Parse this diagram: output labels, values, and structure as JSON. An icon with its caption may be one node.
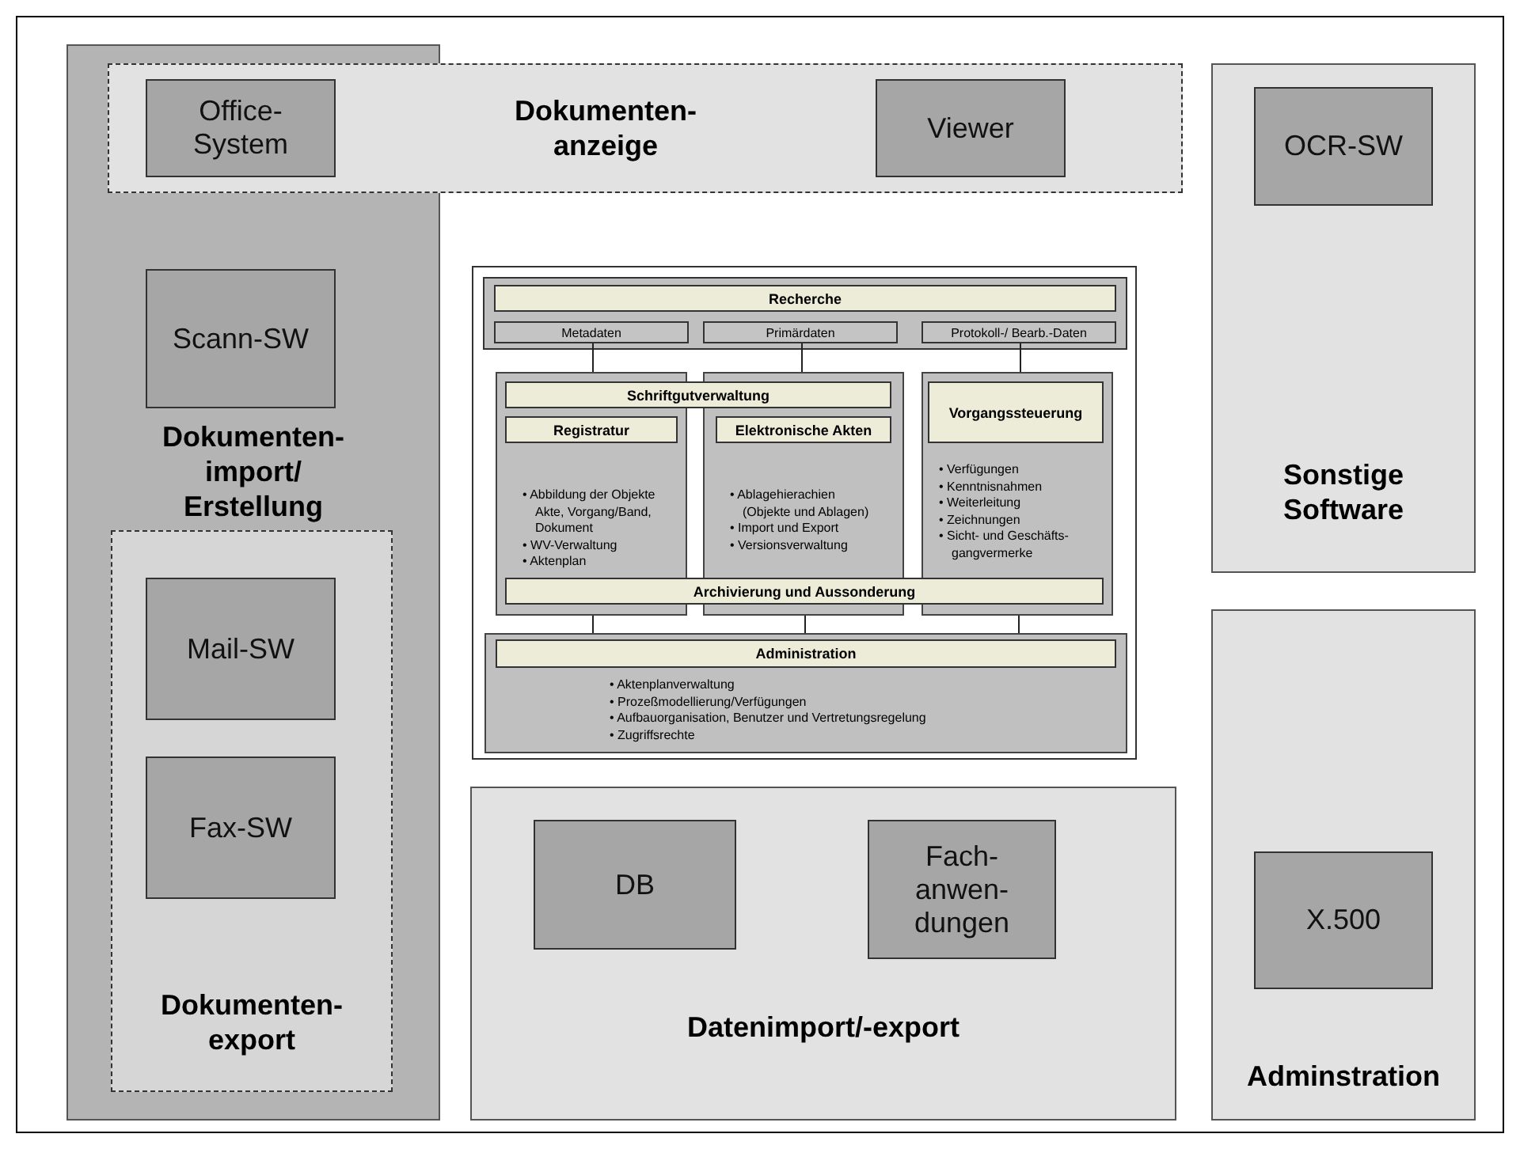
{
  "diagram": {
    "nodes": [
      {
        "text": [
          "Dokumenten- import/ Erstellung"
        ]
      },
      {
        "text": [
          "Dokumenten- anzeige"
        ]
      },
      {
        "text": [
          "Office- System"
        ]
      },
      {
        "text": [
          "Viewer"
        ],
        "in": 1
      },
      {
        "text": [
          "Scann-SW"
        ],
        "in": 0
      },
      {
        "text": [
          "Dokumenten- export"
        ],
        "in": 0
      },
      {
        "text": [
          "Mail-SW"
        ],
        "in": 5
      },
      {
        "text": [
          "Fax-SW"
        ],
        "in": 5
      },
      {
        "text": [
          "Sonstige Software"
        ]
      },
      {
        "text": [
          "OCR-SW"
        ],
        "in": 8
      },
      {
        "text": [],
        "shape": "box"
      },
      {
        "text": [],
        "shape": "box",
        "in": 10
      },
      {
        "text": [
          "Recherche"
        ],
        "in": 11
      },
      {
        "text": [
          "Metadaten"
        ],
        "in": 11
      },
      {
        "text": [
          "Primärdaten"
        ],
        "in": 11
      },
      {
        "text": [
          "Protokoll-/ Bearb.-Daten"
        ],
        "in": 11
      },
      {
        "text": [
          "• Abbildung der Objekte Akte, Vorgang/Band, Dokument",
          "• WV-Verwaltung",
          "• Aktenplan"
        ],
        "in": 10
      },
      {
        "text": [
          "• Ablagehierachien (Objekte und Ablagen)",
          "• Import und Export",
          "• Versionsverwaltung"
        ],
        "in": 10
      },
      {
        "text": [
          "• Verfügungen",
          "• Kenntnisnahmen",
          "• Weiterleitung",
          "• Zeichnungen",
          "• Sicht- und Geschäfts- gangvermerke"
        ],
        "in": 10
      },
      {
        "text": [
          "Schriftgutverwaltung"
        ],
        "in": 10
      },
      {
        "text": [
          "Registratur"
        ],
        "in": 16
      },
      {
        "text": [
          "Elektronische Akten"
        ],
        "in": 17
      },
      {
        "text": [
          "Vorgangssteuerung"
        ],
        "in": 18
      },
      {
        "text": [
          "Archivierung und Aussonderung"
        ],
        "in": 10
      },
      {
        "text": [
          "• Aktenplanverwaltung",
          "• Prozeßmodellierung/Verfügungen",
          "• Aufbauorganisation, Benutzer und Vertretungsregelung",
          "• Zugriffsrechte"
        ],
        "in": 10
      },
      {
        "text": [
          "Administration"
        ],
        "in": 24
      },
      {
        "text": [
          "Datenimport/-export"
        ]
      },
      {
        "text": [
          "DB"
        ],
        "in": 26
      },
      {
        "text": [
          "Fach- anwen- dungen"
        ],
        "in": 26
      },
      {
        "text": [
          "Adminstration"
        ]
      },
      {
        "text": [
          "X.500"
        ],
        "in": 29
      }
    ],
    "edges": [
      {
        "from": 13,
        "to": 16,
        "arrow": "none"
      },
      {
        "from": 14,
        "to": 17,
        "arrow": "none"
      },
      {
        "from": 15,
        "to": 18,
        "arrow": "none"
      },
      {
        "from": 16,
        "to": 24,
        "arrow": "none"
      },
      {
        "from": 17,
        "to": 24,
        "arrow": "none"
      },
      {
        "from": 18,
        "to": 24,
        "arrow": "none"
      }
    ]
  }
}
